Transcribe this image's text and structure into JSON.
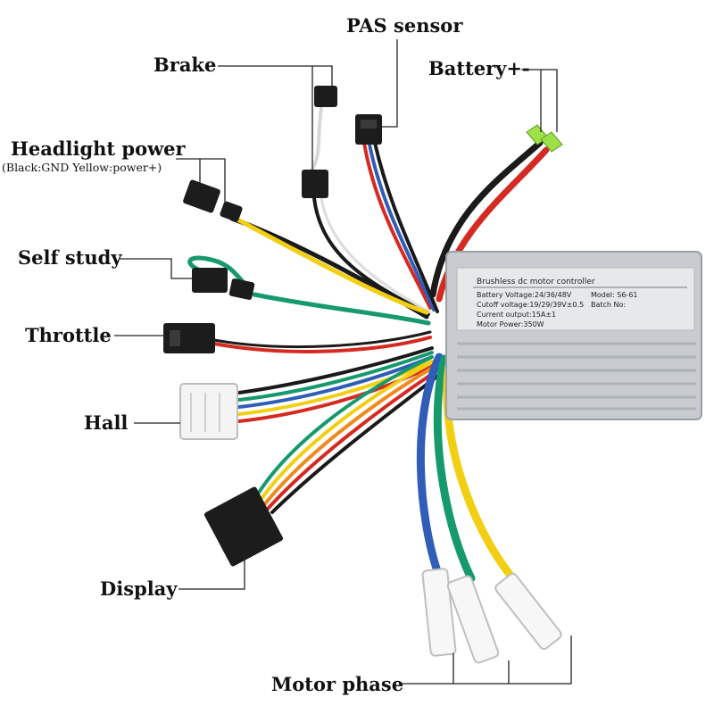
{
  "labels": {
    "pas_sensor": "PAS sensor",
    "brake": "Brake",
    "battery": "Battery+-",
    "headlight": "Headlight power",
    "headlight_note": "(Black:GND Yellow:power+)",
    "self_study": "Self study",
    "throttle": "Throttle",
    "hall": "Hall",
    "display": "Display",
    "motor_phase": "Motor phase"
  },
  "controller": {
    "title": "Brushless dc motor controller",
    "battery_voltage": "Battery Voltage:24/36/48V",
    "model": "Model:  S6-61",
    "cutoff_voltage": "Cutoff voltage:19/29/39V±0.5",
    "batch": "Batch No:",
    "current_output": "Current output:15A±1",
    "motor_power": "Motor Power:350W"
  },
  "colors": {
    "wire_red": "#d42a22",
    "wire_black": "#1a1a1a",
    "wire_yellow": "#f2cf12",
    "wire_green": "#169a6c",
    "wire_blue": "#2f5db8",
    "wire_orange": "#ef8a1c",
    "wire_white": "#e8e8e8",
    "housing": "#cfd2d6",
    "battery_terminal": "#7ed321"
  }
}
